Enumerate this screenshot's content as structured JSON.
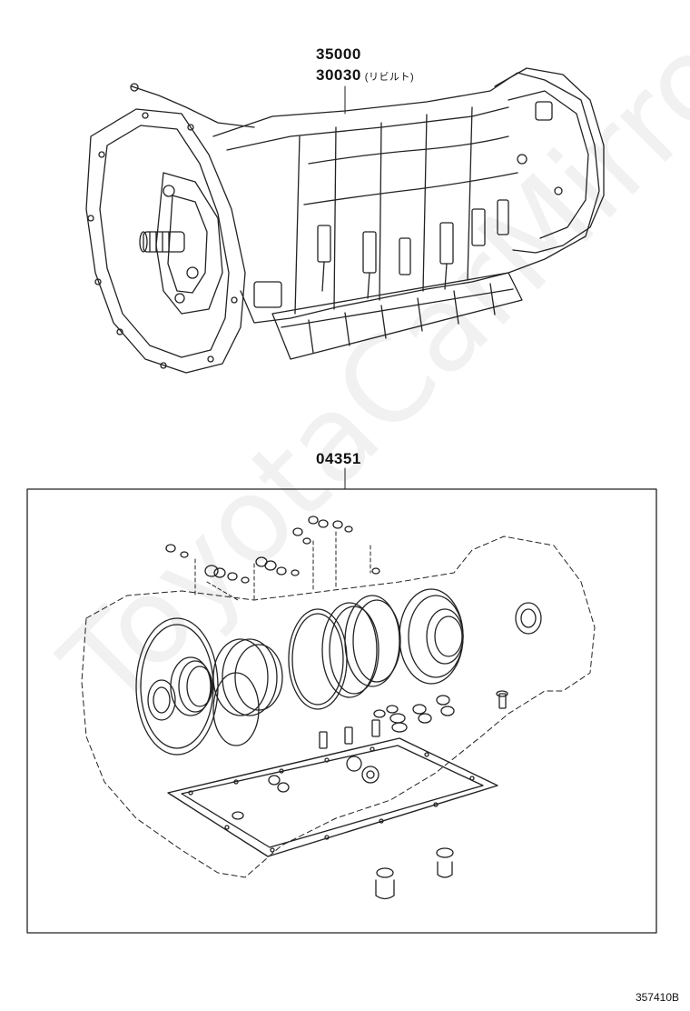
{
  "labels": {
    "part_35000": "35000",
    "part_30030": "30030",
    "part_30030_note": "(リビルト)",
    "part_04351": "04351"
  },
  "diagram_id": "357410B",
  "watermark": "ToyotaCarMirror.ru",
  "colors": {
    "line": "#222222",
    "background": "#ffffff"
  }
}
